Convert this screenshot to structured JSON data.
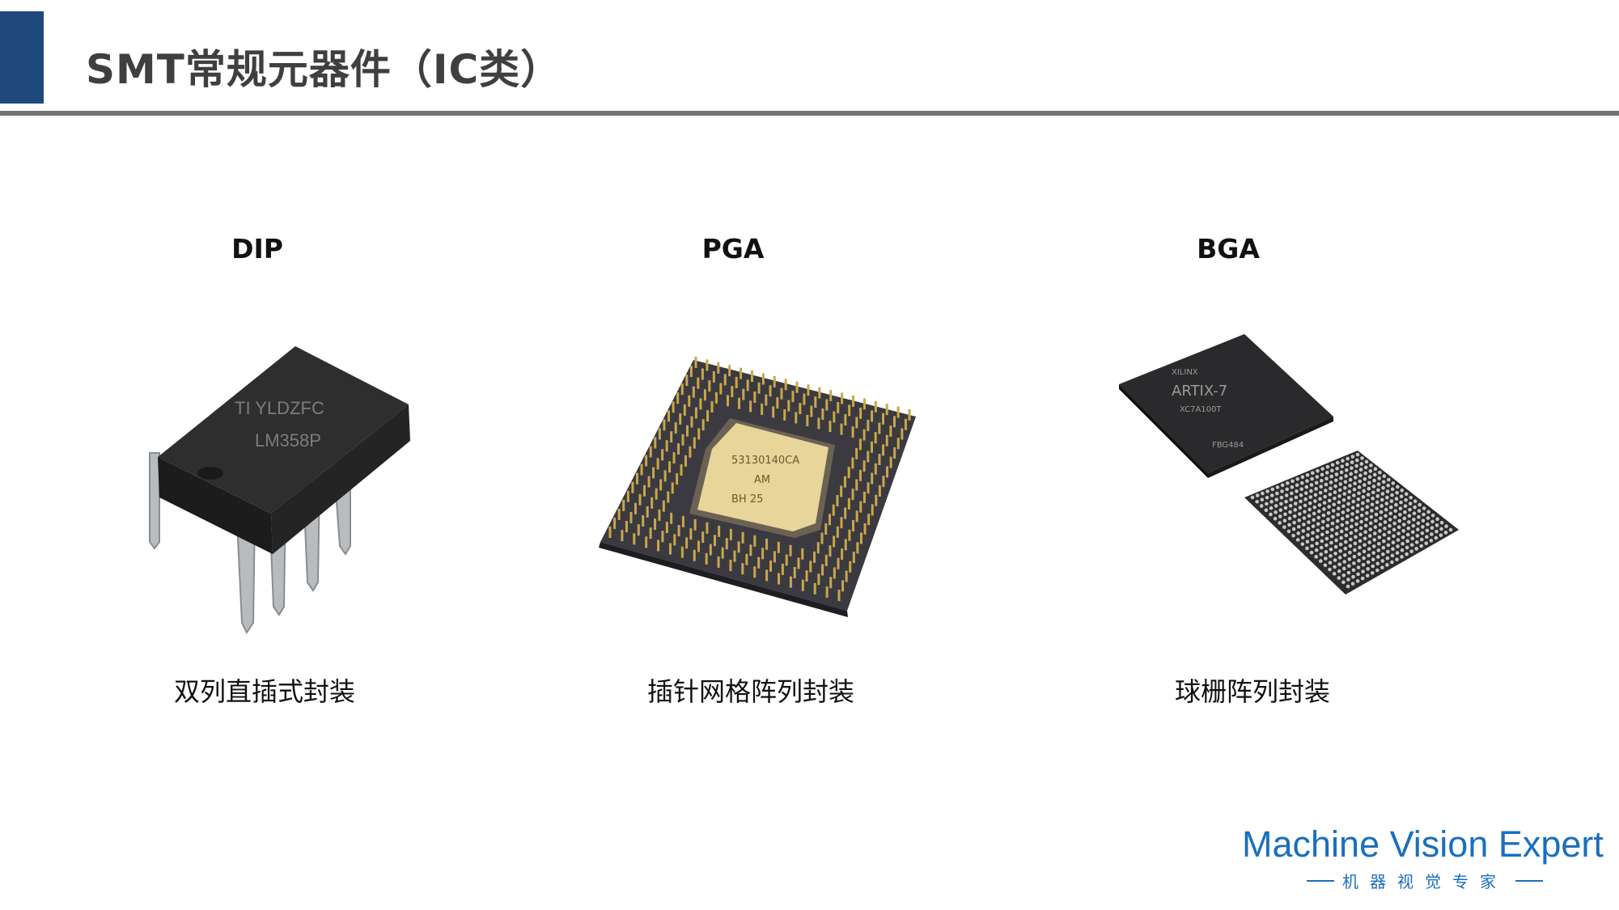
{
  "header": {
    "title": "SMT常规元器件（IC类）",
    "accent_color": "#1f497d"
  },
  "packages": [
    {
      "label": "DIP",
      "caption": "双列直插式封装",
      "marking": [
        "TI YLDZFC",
        "LM358P"
      ]
    },
    {
      "label": "PGA",
      "caption": "插针网格阵列封装",
      "marking": [
        "53130140CA",
        "AM",
        "BH   25"
      ]
    },
    {
      "label": "BGA",
      "caption": "球栅阵列封装",
      "marking": [
        "XILINX",
        "ARTIX-7",
        "XC7A100T",
        "FBG484"
      ]
    }
  ],
  "logo": {
    "main": "Machine Vision Expert",
    "sub": "机器视觉专家",
    "color": "#1a6fbd"
  }
}
